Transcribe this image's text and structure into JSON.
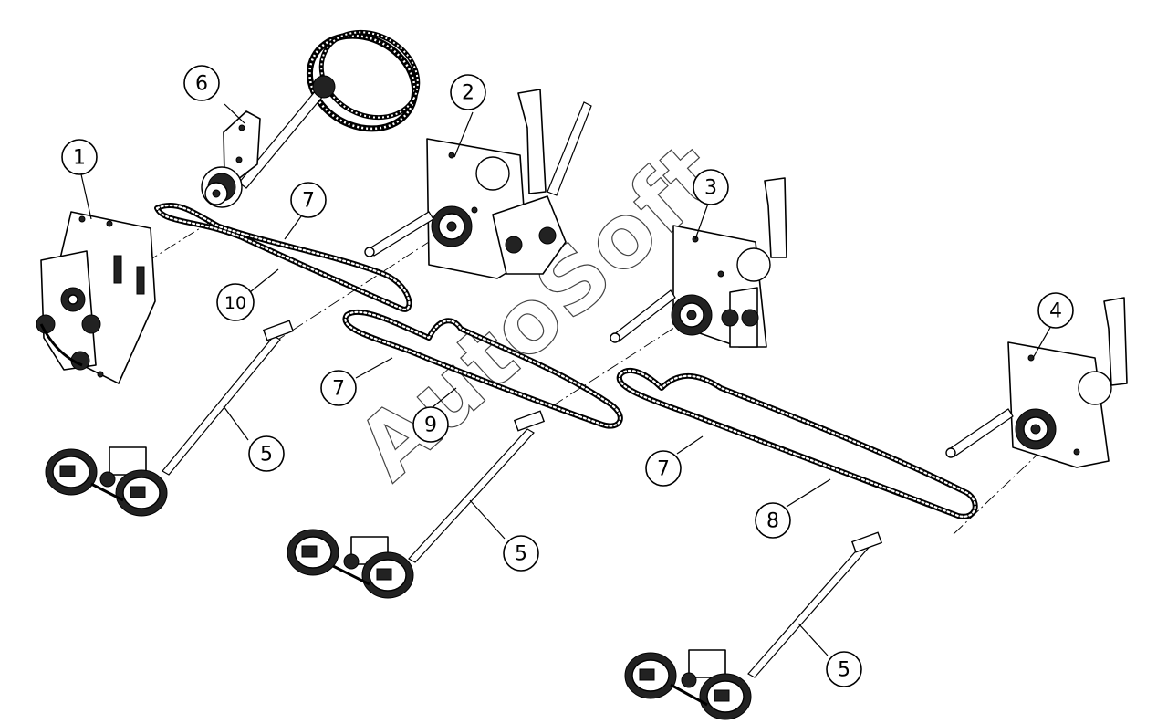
{
  "diagram": {
    "callouts": [
      {
        "id": "callout-1",
        "label": "1"
      },
      {
        "id": "callout-2",
        "label": "2"
      },
      {
        "id": "callout-3",
        "label": "3"
      },
      {
        "id": "callout-4",
        "label": "4"
      },
      {
        "id": "callout-5a",
        "label": "5"
      },
      {
        "id": "callout-5b",
        "label": "5"
      },
      {
        "id": "callout-5c",
        "label": "5"
      },
      {
        "id": "callout-6",
        "label": "6"
      },
      {
        "id": "callout-7a",
        "label": "7"
      },
      {
        "id": "callout-7b",
        "label": "7"
      },
      {
        "id": "callout-7c",
        "label": "7"
      },
      {
        "id": "callout-8",
        "label": "8"
      },
      {
        "id": "callout-9",
        "label": "9"
      },
      {
        "id": "callout-10",
        "label": "10"
      }
    ],
    "watermark": "AutoSoft"
  }
}
